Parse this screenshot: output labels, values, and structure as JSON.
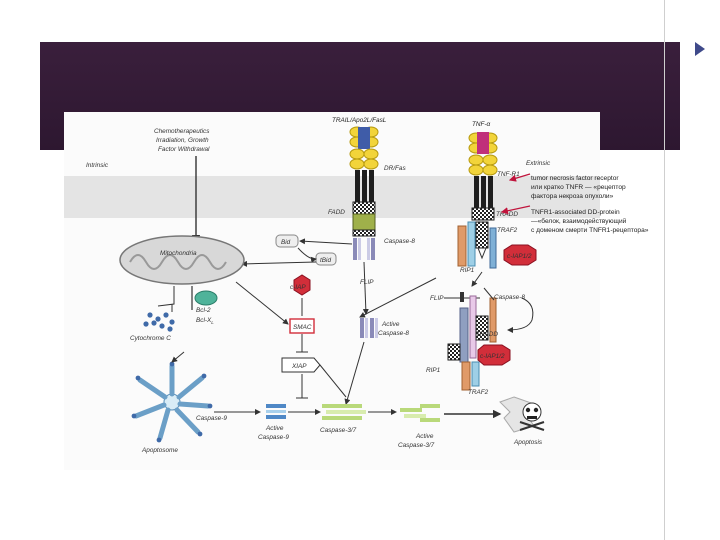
{
  "slide": {
    "colors": {
      "banner": "#321a35",
      "band": "#e6e6e6",
      "arrow": "#333333",
      "red_arrow": "#c0143c"
    }
  },
  "diagram": {
    "stimuli": [
      "Chemotherapeutics",
      "Irradiation, Growth",
      "Factor Withdrawal"
    ],
    "intrinsic": "Intrinsic",
    "extrinsic": "Extrinsic",
    "receptor1_top": "TRAIL/Apo2L/FasL",
    "receptor1_side": "DR/Fas",
    "fadd": "FADD",
    "caspase8_pro": "Caspase-8",
    "flip_upper": "FLIP",
    "bid": "Bid",
    "tbid": "tBid",
    "mitochondria": "Mitochondria",
    "bcl2": "Bcl-2",
    "bclxl": "Bcl-X",
    "bclxl_sub": "L",
    "cytochrome_c": "Cytochrome C",
    "ciap_left": "c-IAP",
    "smac": "SMAC",
    "xiap": "XIAP",
    "active_casp8_1": "Active",
    "active_casp8_2": "Caspase-8",
    "apoptosome": "Apoptosome",
    "caspase9": "Caspase-9",
    "active_casp9_1": "Active",
    "active_casp9_2": "Caspase-9",
    "caspase37": "Caspase-3/7",
    "active_casp37_1": "Active",
    "active_casp37_2": "Caspase-3/7",
    "apoptosis": "Apoptosis",
    "tnf_alpha": "TNF-α",
    "tnf_r1": "TNF-R1",
    "tradd": "TRADD",
    "traf2": "TRAF2",
    "rip1": "RIP1",
    "ciap12": "c-IAP1/2",
    "flip_lower": "FLIP",
    "caspase8_lower": "Caspase-8",
    "tradd_lower": "TRADD",
    "ciap12_lower": "c-IAP1/2",
    "rip1_lower": "RIP1",
    "traf2_lower": "TRAF2"
  },
  "annotations": {
    "tnfr": [
      "tumor necrosis factor receptor",
      "или кратко TNFR — «рецептор",
      "фактора некроза опухоли»"
    ],
    "tradd": [
      "TNFR1-associated DD-protein",
      "—«белок, взаимодействующий",
      "с доменом смерти TNFR1-рецептора»"
    ]
  }
}
